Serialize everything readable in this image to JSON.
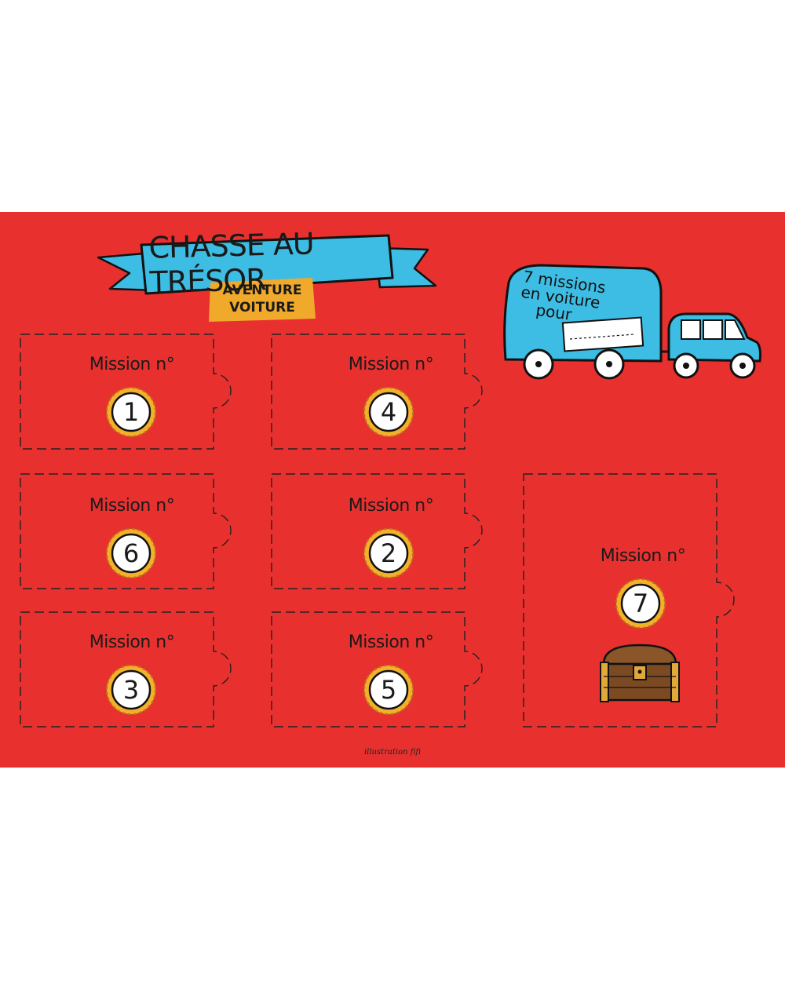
{
  "title": {
    "main": "CHASSE AU TRÉSOR",
    "sub_line1": "AVENTURE",
    "sub_line2": "VOITURE"
  },
  "van": {
    "text_line1": "7 missions",
    "text_line2": "en voiture",
    "text_line3": "pour"
  },
  "cards": [
    {
      "label": "Mission n°",
      "number": "1"
    },
    {
      "label": "Mission n°",
      "number": "4"
    },
    {
      "label": "Mission n°",
      "number": "6"
    },
    {
      "label": "Mission n°",
      "number": "2"
    },
    {
      "label": "Mission n°",
      "number": "3"
    },
    {
      "label": "Mission n°",
      "number": "5"
    },
    {
      "label": "Mission n°",
      "number": "7"
    }
  ],
  "footer": {
    "credit": "illustration fifi"
  },
  "colors": {
    "background": "#e8312f",
    "banner": "#3dbde3",
    "subtitle": "#f0a92a",
    "road": "#d3d3d3",
    "badge_ring": "#f3b12b",
    "chest": "#7b4a22"
  },
  "icons": [
    "ribbon-banner",
    "van-with-trailer",
    "treasure-chest-icon"
  ]
}
